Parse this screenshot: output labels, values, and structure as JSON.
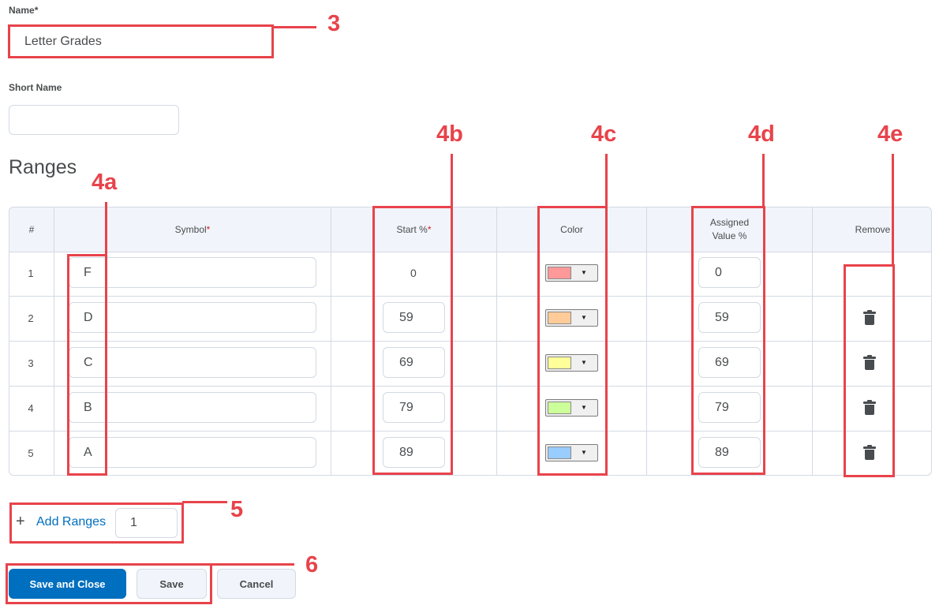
{
  "form": {
    "name_label": "Name",
    "name_required_mark": "*",
    "name_value": "Letter Grades",
    "short_name_label": "Short Name",
    "short_name_value": ""
  },
  "ranges": {
    "heading": "Ranges",
    "columns": {
      "number": "#",
      "symbol": "Symbol",
      "symbol_required_mark": "*",
      "start": "Start %",
      "start_required_mark": "*",
      "color": "Color",
      "assigned_line1": "Assigned",
      "assigned_line2": "Value %",
      "remove": "Remove"
    },
    "rows": [
      {
        "num": "1",
        "symbol": "F",
        "start": "0",
        "color": "#ff9999",
        "assigned": "0"
      },
      {
        "num": "2",
        "symbol": "D",
        "start": "59",
        "color": "#ffcc99",
        "assigned": "59"
      },
      {
        "num": "3",
        "symbol": "C",
        "start": "69",
        "color": "#ffff99",
        "assigned": "69"
      },
      {
        "num": "4",
        "symbol": "B",
        "start": "79",
        "color": "#ccff99",
        "assigned": "79"
      },
      {
        "num": "5",
        "symbol": "A",
        "start": "89",
        "color": "#99ccff",
        "assigned": "89"
      }
    ]
  },
  "add_ranges": {
    "plus": "+",
    "label": "Add Ranges",
    "count": "1"
  },
  "buttons": {
    "save_and_close": "Save and Close",
    "save": "Save",
    "cancel": "Cancel"
  },
  "annotations": {
    "a3": "3",
    "a4a": "4a",
    "a4b": "4b",
    "a4c": "4c",
    "a4d": "4d",
    "a4e": "4e",
    "a5": "5",
    "a6": "6"
  },
  "colors": {
    "annotation": "#e8434b",
    "primary": "#006fbf"
  },
  "icons": {
    "remove": "trash-icon",
    "color_dropdown": "caret-down-icon",
    "add": "plus-icon"
  }
}
